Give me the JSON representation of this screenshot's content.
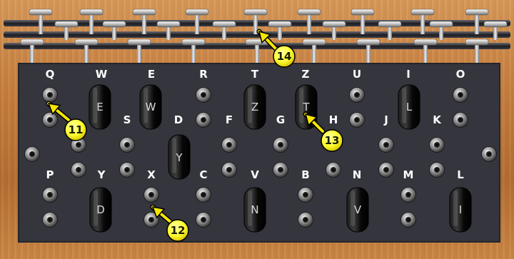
{
  "top_row_letters": [
    "Q",
    "W",
    "E",
    "R",
    "T",
    "Z",
    "U",
    "I",
    "O"
  ],
  "middle_row_letters": [
    "S",
    "D",
    "F",
    "G",
    "H",
    "J",
    "K"
  ],
  "bottom_row_letters": [
    "P",
    "Y",
    "X",
    "C",
    "V",
    "B",
    "N",
    "M",
    "L"
  ],
  "plug_letters": {
    "upper": [
      "E",
      "W",
      "Z",
      "T",
      "L"
    ],
    "middle": [
      "Y"
    ],
    "lower": [
      "D",
      "N",
      "V",
      "I"
    ]
  },
  "callouts": [
    "11",
    "12",
    "13",
    "14"
  ],
  "colors": {
    "panel": "#34353d",
    "wood": "#c57e3e",
    "callout_fill": "#ffff33",
    "arrow": "#f5e600",
    "plug": "#0e0e0e"
  }
}
